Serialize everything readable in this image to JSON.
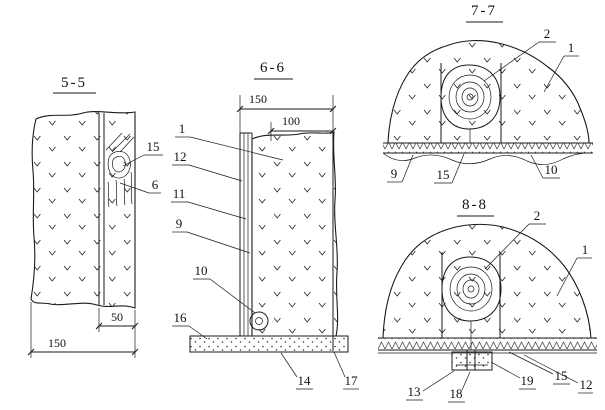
{
  "titles": {
    "s55": "5-5",
    "s66": "6-6",
    "s77": "7-7",
    "s88": "8-8"
  },
  "dimensions": {
    "s55_inner_width": "50",
    "s55_total_width": "150",
    "s66_total_width": "150",
    "s66_inner_width": "100"
  },
  "labels": {
    "s55_15": "15",
    "s55_6": "6",
    "s66_1": "1",
    "s66_12": "12",
    "s66_11": "11",
    "s66_9": "9",
    "s66_10": "10",
    "s66_16": "16",
    "s66_14": "14",
    "s66_17": "17",
    "s77_2": "2",
    "s77_1": "1",
    "s77_9": "9",
    "s77_15": "15",
    "s77_10": "10",
    "s88_2": "2",
    "s88_1": "1",
    "s88_13": "13",
    "s88_18": "18",
    "s88_19": "19",
    "s88_15": "15",
    "s88_12": "12"
  },
  "colors": {
    "ink": "#1a1a1a",
    "paper": "#ffffff"
  }
}
